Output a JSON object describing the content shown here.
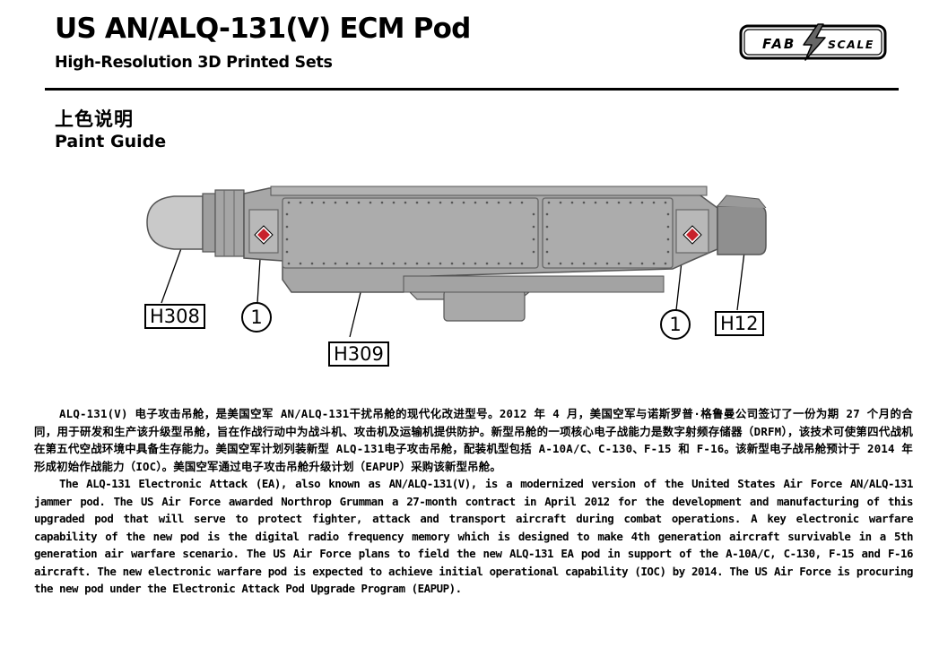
{
  "header": {
    "title": "US AN/ALQ-131(V) ECM Pod",
    "subtitle": "High-Resolution 3D Printed Sets",
    "logo": {
      "left": "FAB",
      "right": "SCALE",
      "icon": "lightning-bolt-icon"
    }
  },
  "section": {
    "title_cn": "上色说明",
    "title_en": "Paint Guide"
  },
  "diagram": {
    "callouts": {
      "nose": "H308",
      "body": "H309",
      "tail": "H12"
    },
    "refs": {
      "front_panel": "1",
      "rear_panel": "1"
    },
    "colors": {
      "pod_gray": "#a7a7a7",
      "nose_gray": "#c9c9c9",
      "tail_gray": "#8f8f8f",
      "decal_red": "#c8222c"
    }
  },
  "description": {
    "cn": "ALQ-131(V) 电子攻击吊舱，是美国空军 AN/ALQ-131干扰吊舱的现代化改进型号。2012 年 4 月，美国空军与诺斯罗普·格鲁曼公司签订了一份为期 27 个月的合同，用于研发和生产该升级型吊舱，旨在作战行动中为战斗机、攻击机及运输机提供防护。新型吊舱的一项核心电子战能力是数字射频存储器（DRFM），该技术可使第四代战机在第五代空战环境中具备生存能力。美国空军计划列装新型 ALQ-131电子攻击吊舱，配装机型包括 A-10A/C、C-130、F-15 和 F-16。该新型电子战吊舱预计于 2014 年形成初始作战能力（IOC）。美国空军通过电子攻击吊舱升级计划（EAPUP）采购该新型吊舱。",
    "en": "The ALQ-131 Electronic Attack (EA), also known as AN/ALQ-131(V), is a modernized version of the United States Air Force AN/ALQ-131 jammer pod. The US Air Force awarded Northrop Grumman a 27-month contract in April 2012 for the development and manufacturing of this upgraded pod that will serve to protect fighter, attack and transport aircraft during combat operations. A key electronic warfare capability of the new pod is the digital radio frequency memory which is designed to make 4th generation aircraft survivable in a 5th generation air warfare scenario. The US Air Force plans to field the new ALQ-131 EA pod in support of the A-10A/C, C-130, F-15 and F-16 aircraft. The new electronic warfare pod is expected to achieve initial operational capability (IOC) by 2014. The US Air Force is procuring the new pod under the Electronic Attack Pod Upgrade Program (EAPUP)."
  }
}
